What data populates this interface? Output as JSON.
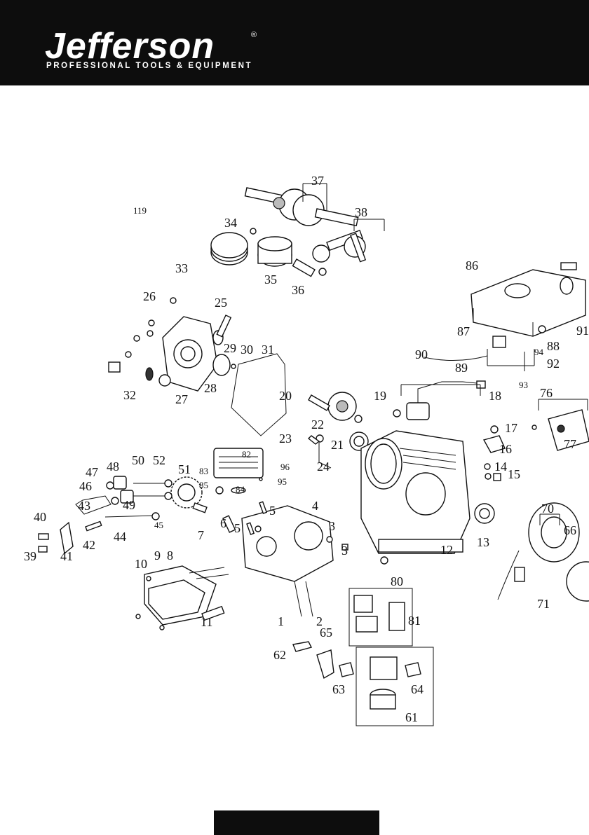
{
  "header": {
    "brand": "Jefferson",
    "registered_mark": "®",
    "tagline": "PROFESSIONAL TOOLS & EQUIPMENT"
  },
  "diagram": {
    "callouts": [
      "119",
      "37",
      "38",
      "34",
      "33",
      "35",
      "36",
      "26",
      "25",
      "29",
      "30",
      "31",
      "28",
      "27",
      "32",
      "20",
      "22",
      "23",
      "21",
      "24",
      "19",
      "18",
      "17",
      "16",
      "14",
      "15",
      "13",
      "12",
      "86",
      "87",
      "88",
      "89",
      "90",
      "91",
      "92",
      "93",
      "94",
      "76",
      "77",
      "82",
      "83",
      "85",
      "84",
      "96",
      "95",
      "51",
      "50",
      "52",
      "47",
      "48",
      "46",
      "49",
      "43",
      "40",
      "42",
      "41",
      "39",
      "44",
      "45",
      "6",
      "5",
      "4",
      "3",
      "7",
      "9",
      "8",
      "10",
      "11",
      "1",
      "2",
      "80",
      "81",
      "65",
      "62",
      "63",
      "64",
      "61",
      "70",
      "66",
      "71"
    ]
  },
  "colors": {
    "header_bg": "#0d0d0d",
    "header_text": "#ffffff",
    "line_art": "#111111"
  }
}
